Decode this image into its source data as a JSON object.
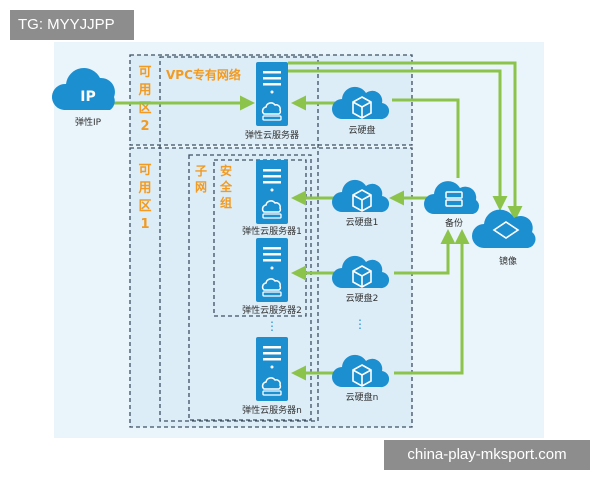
{
  "tag_text": "TG: MYYJJPP",
  "watermark_text": "china-play-mksport.com",
  "diagram": {
    "ip": {
      "icon_text": "IP",
      "label": "弹性IP"
    },
    "zone2_label": [
      "可",
      "用",
      "区",
      "2"
    ],
    "zone1_label": [
      "可",
      "用",
      "区",
      "1"
    ],
    "vpc_label": "VPC专有网络",
    "subnet_label": [
      "子",
      "网"
    ],
    "security_group_label": [
      "安",
      "全",
      "组"
    ],
    "servers": {
      "top": "弹性云服务器",
      "s1": "弹性云服务器1",
      "s2": "弹性云服务器2",
      "sn": "弹性云服务器n"
    },
    "disks": {
      "top": "云硬盘",
      "d1": "云硬盘1",
      "d2": "云硬盘2",
      "dn": "云硬盘n"
    },
    "backup_label": "备份",
    "mirror_label": "镜像",
    "ellipsis": "⋮",
    "colors": {
      "panel": "#e9f4fb",
      "zone_fill": "#dcedf7",
      "dashed": "#3e4f61",
      "accent": "#1c8fd1",
      "arrow": "#8cc34b",
      "label_orange": "#f29a22"
    }
  }
}
